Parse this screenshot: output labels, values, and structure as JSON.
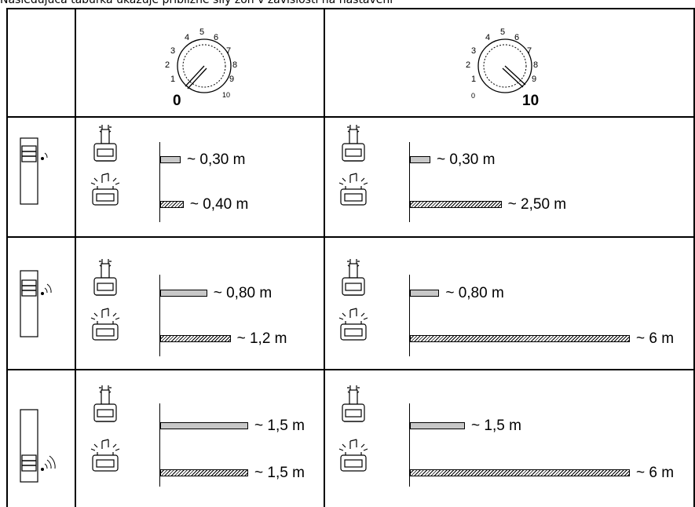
{
  "caption": "Nasledujúca tabuľka ukazuje približné sily zón v závislosti na nastavení",
  "header": {
    "dials": [
      {
        "scale": [
          "1",
          "2",
          "3",
          "4",
          "5",
          "6",
          "7",
          "8",
          "9",
          "10"
        ],
        "zero": "0",
        "setting": "0"
      },
      {
        "scale": [
          "1",
          "2",
          "3",
          "4",
          "5",
          "6",
          "7",
          "8",
          "9",
          "10"
        ],
        "zero": "0",
        "setting": "10"
      }
    ]
  },
  "rows": [
    {
      "signal_icon": "signal-weak-icon",
      "cols": [
        {
          "light_label": "~ 0,30 m",
          "sound_label": "~ 0,40 m",
          "light_m": 0.3,
          "sound_m": 0.4
        },
        {
          "light_label": "~ 0,30 m",
          "sound_label": "~ 2,50 m",
          "light_m": 0.3,
          "sound_m": 2.5
        }
      ]
    },
    {
      "signal_icon": "signal-medium-icon",
      "cols": [
        {
          "light_label": "~ 0,80 m",
          "sound_label": "~ 1,2 m",
          "light_m": 0.8,
          "sound_m": 1.2
        },
        {
          "light_label": "~ 0,80 m",
          "sound_label": "~ 6 m",
          "light_m": 0.8,
          "sound_m": 6
        }
      ]
    },
    {
      "signal_icon": "signal-strong-icon",
      "cols": [
        {
          "light_label": "~ 1,5 m",
          "sound_label": "~ 1,5 m",
          "light_m": 1.5,
          "sound_m": 1.5
        },
        {
          "light_label": "~ 1,5 m",
          "sound_label": "~ 6 m",
          "light_m": 1.5,
          "sound_m": 6
        }
      ]
    }
  ]
}
